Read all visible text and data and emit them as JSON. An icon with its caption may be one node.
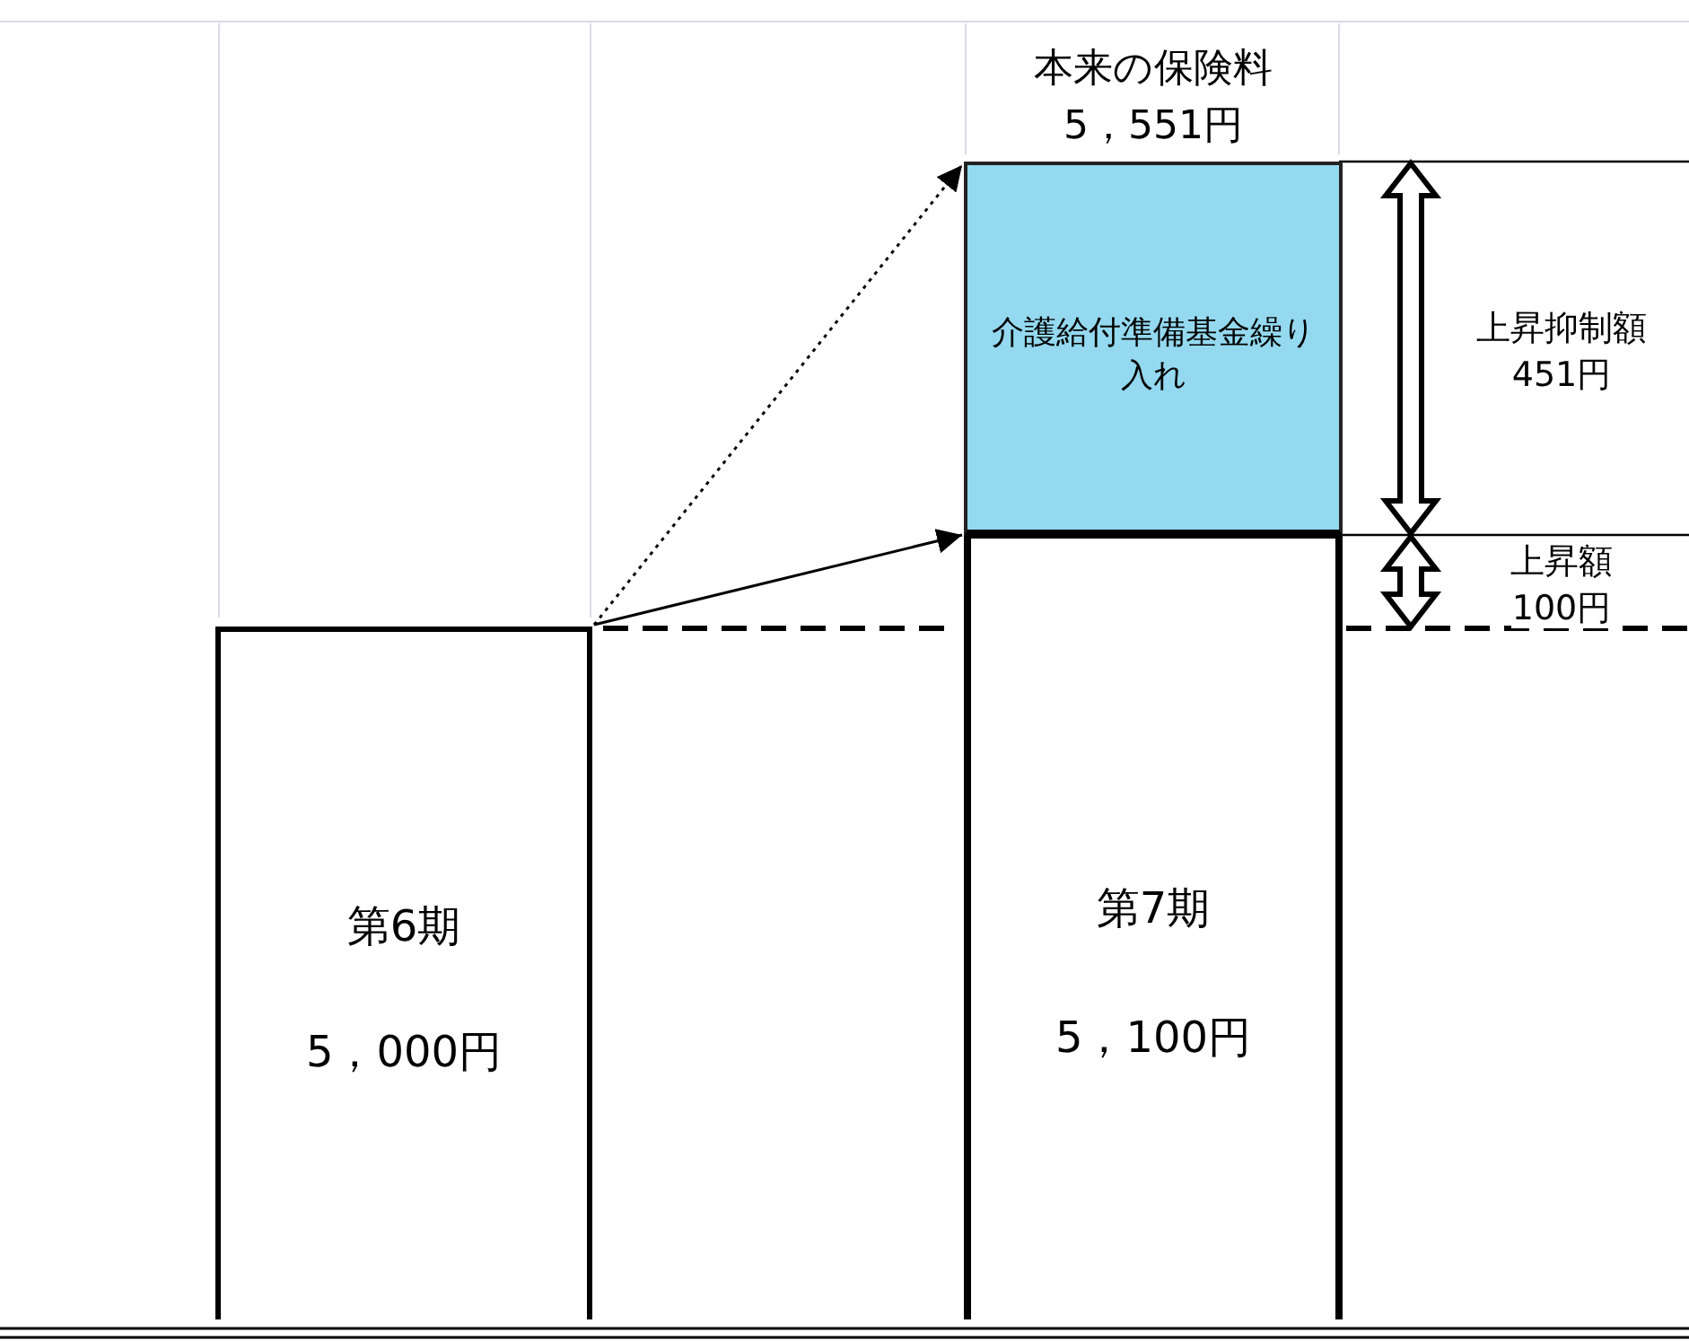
{
  "diagram": {
    "nodes": [
      {
        "text": [
          "第6期",
          "5，000円"
        ]
      },
      {
        "text": [
          "第7期",
          "5，100円"
        ]
      },
      {
        "text": [
          "本来の保険料",
          "5，551円",
          "介護給付準備基金繰り入れ"
        ]
      }
    ],
    "edges": [
      {
        "from": 0,
        "to": 2,
        "arrow": "to",
        "style": "dashed"
      },
      {
        "from": 0,
        "to": 1,
        "arrow": "to"
      }
    ],
    "labels": [
      "上昇抑制額",
      "451円",
      "上昇額",
      "100円"
    ]
  }
}
